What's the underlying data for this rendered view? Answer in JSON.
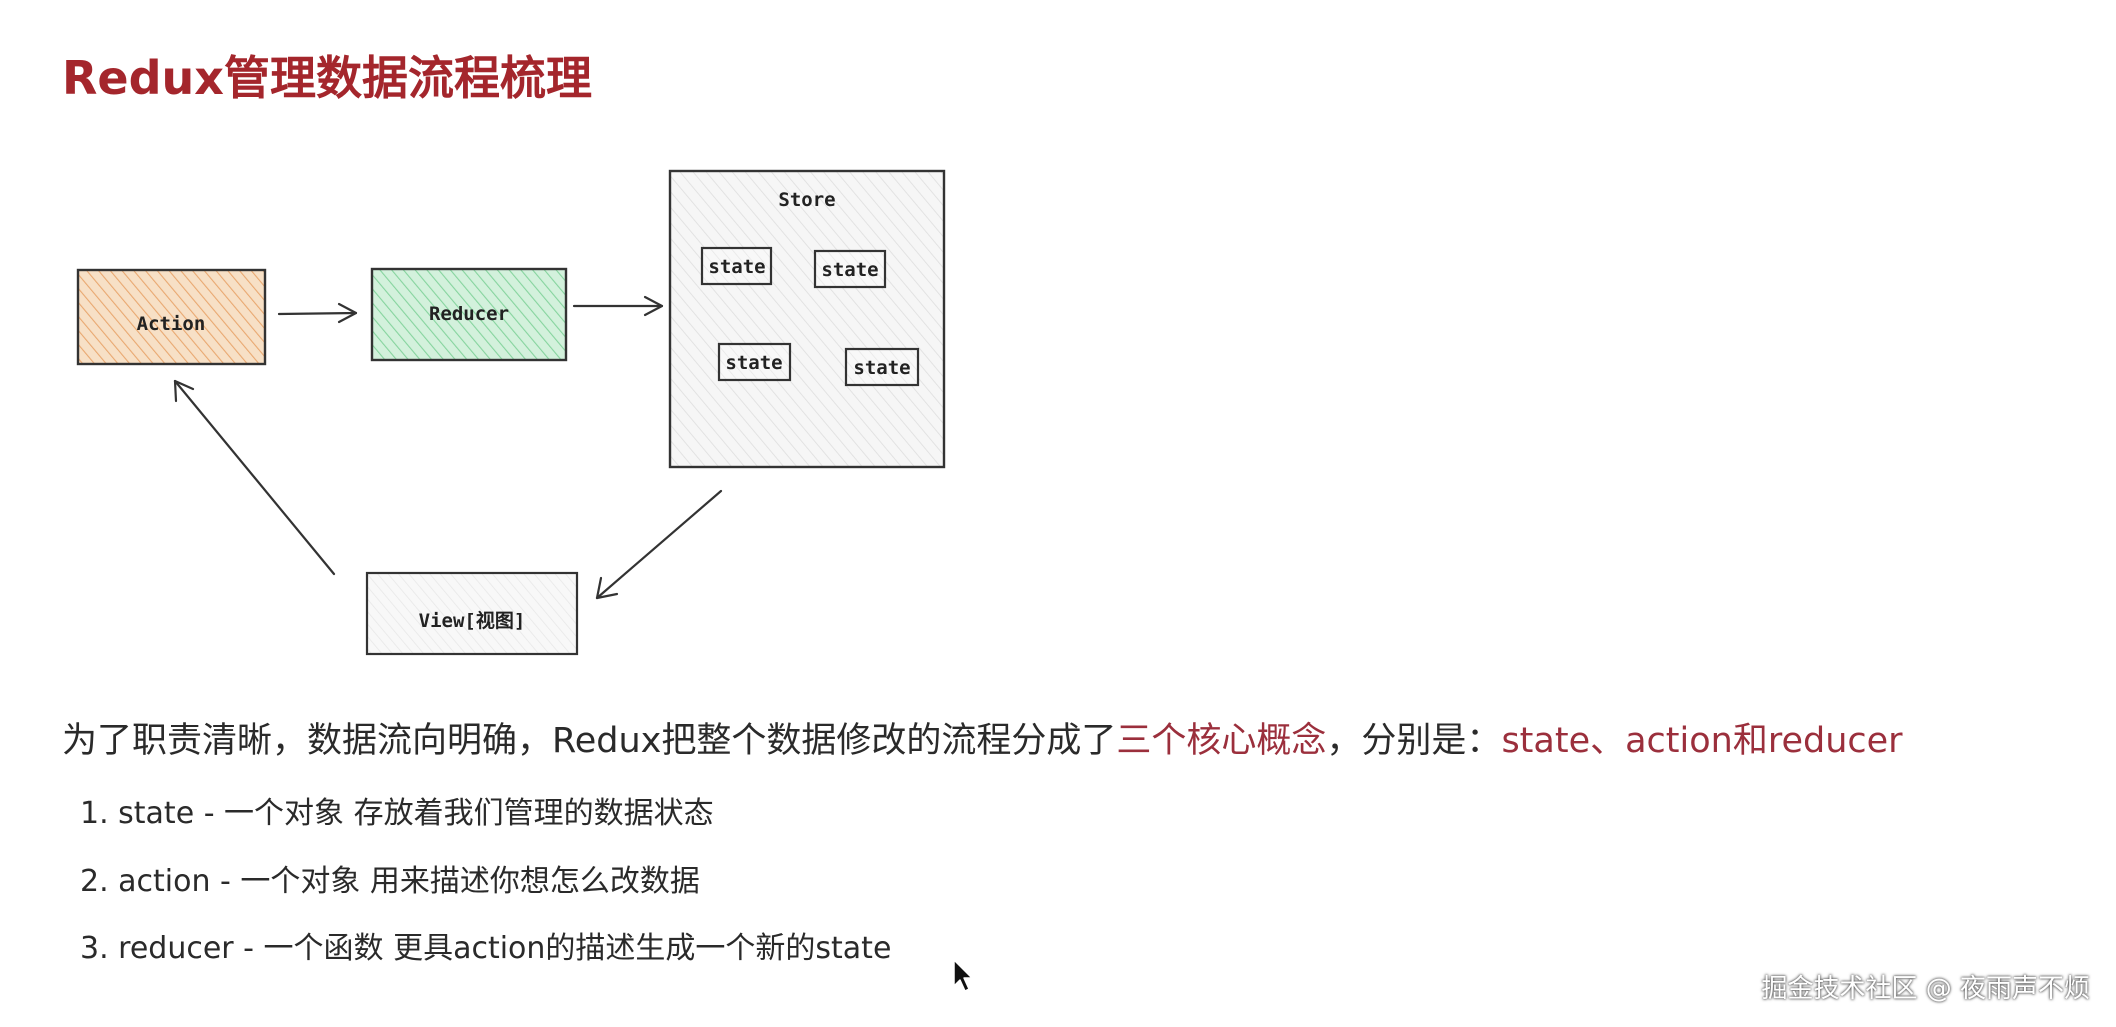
{
  "title": "Redux管理数据流程梳理",
  "diagram": {
    "nodes": {
      "action": "Action",
      "reducer": "Reducer",
      "store": "Store",
      "state": "state",
      "view": "View[视图]"
    }
  },
  "description": {
    "intro_before": "为了职责清晰，数据流向明确，Redux把整个数据修改的流程分成了",
    "intro_highlight1": "三个核心概念",
    "intro_middle": "，分别是：",
    "intro_highlight2": "state、action和reducer",
    "items": [
      "1. state - 一个对象 存放着我们管理的数据状态",
      "2. action - 一个对象 用来描述你想怎么改数据",
      "3. reducer - 一个函数 更具action的描述生成一个新的state"
    ]
  },
  "watermark": "掘金技术社区 @ 夜雨声不烦",
  "colors": {
    "title": "#a4262c",
    "highlight": "#9b2f3c",
    "action_fill": "#f3cfa8",
    "reducer_fill": "#b7e6c6",
    "store_fill": "#ececec"
  }
}
